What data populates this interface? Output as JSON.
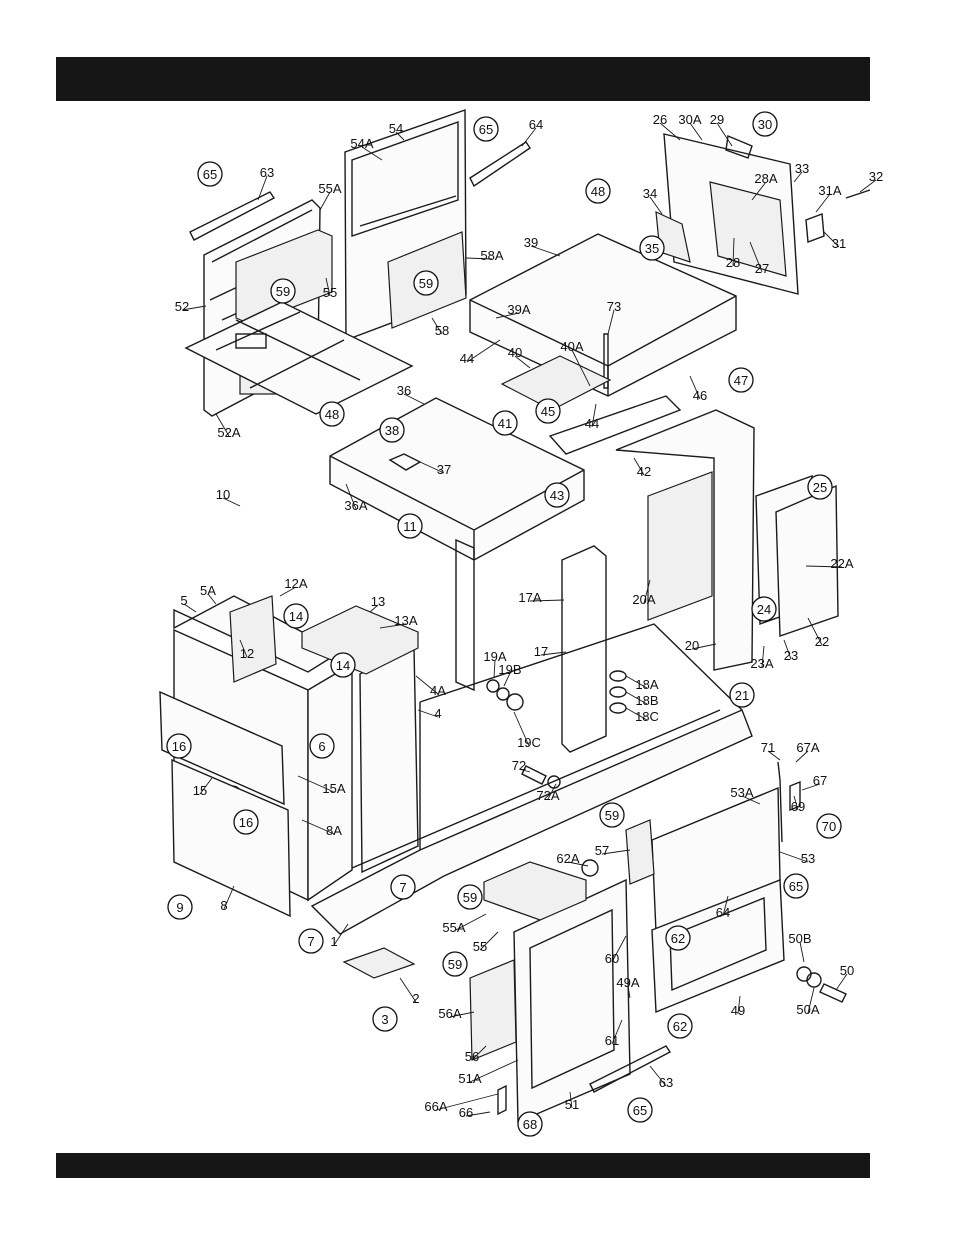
{
  "header_bar": {
    "color": "#161616"
  },
  "footer_bar": {
    "color": "#161616"
  },
  "callouts": [
    {
      "id": "c63",
      "text": "63",
      "circled": false
    },
    {
      "id": "c65a",
      "text": "65",
      "circled": true
    },
    {
      "id": "c54a",
      "text": "54A",
      "circled": false
    },
    {
      "id": "c54",
      "text": "54",
      "circled": false
    },
    {
      "id": "c65b",
      "text": "65",
      "circled": true
    },
    {
      "id": "c64a",
      "text": "64",
      "circled": false
    },
    {
      "id": "c55A",
      "text": "55A",
      "circled": false
    },
    {
      "id": "c59a",
      "text": "59",
      "circled": true
    },
    {
      "id": "c55",
      "text": "55",
      "circled": false
    },
    {
      "id": "c52",
      "text": "52",
      "circled": false
    },
    {
      "id": "c52A",
      "text": "52A",
      "circled": false
    },
    {
      "id": "c59b",
      "text": "59",
      "circled": true
    },
    {
      "id": "c58A",
      "text": "58A",
      "circled": false
    },
    {
      "id": "c58",
      "text": "58",
      "circled": false
    },
    {
      "id": "c26",
      "text": "26",
      "circled": false
    },
    {
      "id": "c30A",
      "text": "30A",
      "circled": false
    },
    {
      "id": "c29",
      "text": "29",
      "circled": false
    },
    {
      "id": "c30",
      "text": "30",
      "circled": true
    },
    {
      "id": "c33",
      "text": "33",
      "circled": false
    },
    {
      "id": "c32",
      "text": "32",
      "circled": false
    },
    {
      "id": "c28A",
      "text": "28A",
      "circled": false
    },
    {
      "id": "c31A",
      "text": "31A",
      "circled": false
    },
    {
      "id": "c34",
      "text": "34",
      "circled": false
    },
    {
      "id": "c35",
      "text": "35",
      "circled": true
    },
    {
      "id": "c28",
      "text": "28",
      "circled": false
    },
    {
      "id": "c27",
      "text": "27",
      "circled": false
    },
    {
      "id": "c31",
      "text": "31",
      "circled": false
    },
    {
      "id": "c48a",
      "text": "48",
      "circled": true
    },
    {
      "id": "c39",
      "text": "39",
      "circled": false
    },
    {
      "id": "c39A",
      "text": "39A",
      "circled": false
    },
    {
      "id": "c73",
      "text": "73",
      "circled": false
    },
    {
      "id": "c44a",
      "text": "44",
      "circled": false
    },
    {
      "id": "c40",
      "text": "40",
      "circled": false
    },
    {
      "id": "c40A",
      "text": "40A",
      "circled": false
    },
    {
      "id": "c47",
      "text": "47",
      "circled": true
    },
    {
      "id": "c46",
      "text": "46",
      "circled": false
    },
    {
      "id": "c45",
      "text": "45",
      "circled": true
    },
    {
      "id": "c44b",
      "text": "44",
      "circled": false
    },
    {
      "id": "c36",
      "text": "36",
      "circled": false
    },
    {
      "id": "c41",
      "text": "41",
      "circled": true
    },
    {
      "id": "c48b",
      "text": "48",
      "circled": true
    },
    {
      "id": "c38",
      "text": "38",
      "circled": true
    },
    {
      "id": "c37",
      "text": "37",
      "circled": false
    },
    {
      "id": "c42",
      "text": "42",
      "circled": false
    },
    {
      "id": "c43",
      "text": "43",
      "circled": true
    },
    {
      "id": "c36A",
      "text": "36A",
      "circled": false
    },
    {
      "id": "c25",
      "text": "25",
      "circled": true
    },
    {
      "id": "c10",
      "text": "10",
      "circled": false
    },
    {
      "id": "c11",
      "text": "11",
      "circled": true
    },
    {
      "id": "c22A",
      "text": "22A",
      "circled": false
    },
    {
      "id": "c20A",
      "text": "20A",
      "circled": false
    },
    {
      "id": "c5A",
      "text": "5A",
      "circled": false
    },
    {
      "id": "c12A",
      "text": "12A",
      "circled": false
    },
    {
      "id": "c5",
      "text": "5",
      "circled": false
    },
    {
      "id": "c14a",
      "text": "14",
      "circled": true
    },
    {
      "id": "c13",
      "text": "13",
      "circled": false
    },
    {
      "id": "c13A",
      "text": "13A",
      "circled": false
    },
    {
      "id": "c17A",
      "text": "17A",
      "circled": false
    },
    {
      "id": "c24",
      "text": "24",
      "circled": true
    },
    {
      "id": "c22",
      "text": "22",
      "circled": false
    },
    {
      "id": "c12",
      "text": "12",
      "circled": false
    },
    {
      "id": "c14b",
      "text": "14",
      "circled": true
    },
    {
      "id": "c20",
      "text": "20",
      "circled": false
    },
    {
      "id": "c23A",
      "text": "23A",
      "circled": false
    },
    {
      "id": "c23",
      "text": "23",
      "circled": false
    },
    {
      "id": "c17",
      "text": "17",
      "circled": false
    },
    {
      "id": "c19A",
      "text": "19A",
      "circled": false
    },
    {
      "id": "c19B",
      "text": "19B",
      "circled": false
    },
    {
      "id": "c4A",
      "text": "4A",
      "circled": false
    },
    {
      "id": "c18A",
      "text": "18A",
      "circled": false
    },
    {
      "id": "c18B",
      "text": "18B",
      "circled": false
    },
    {
      "id": "c18C",
      "text": "18C",
      "circled": false
    },
    {
      "id": "c21",
      "text": "21",
      "circled": true
    },
    {
      "id": "c4",
      "text": "4",
      "circled": false
    },
    {
      "id": "c19C",
      "text": "19C",
      "circled": false
    },
    {
      "id": "c16a",
      "text": "16",
      "circled": true
    },
    {
      "id": "c6",
      "text": "6",
      "circled": true
    },
    {
      "id": "c71",
      "text": "71",
      "circled": false
    },
    {
      "id": "c67A",
      "text": "67A",
      "circled": false
    },
    {
      "id": "c72",
      "text": "72",
      "circled": false
    },
    {
      "id": "c67",
      "text": "67",
      "circled": false
    },
    {
      "id": "c15A",
      "text": "15A",
      "circled": false
    },
    {
      "id": "c72A",
      "text": "72A",
      "circled": false
    },
    {
      "id": "c15",
      "text": "15",
      "circled": false
    },
    {
      "id": "c53A",
      "text": "53A",
      "circled": false
    },
    {
      "id": "c69",
      "text": "69",
      "circled": false
    },
    {
      "id": "c70",
      "text": "70",
      "circled": true
    },
    {
      "id": "c16b",
      "text": "16",
      "circled": true
    },
    {
      "id": "c8A",
      "text": "8A",
      "circled": false
    },
    {
      "id": "c59c",
      "text": "59",
      "circled": true
    },
    {
      "id": "c57",
      "text": "57",
      "circled": false
    },
    {
      "id": "c53",
      "text": "53",
      "circled": false
    },
    {
      "id": "c62A",
      "text": "62A",
      "circled": false
    },
    {
      "id": "c7a",
      "text": "7",
      "circled": true
    },
    {
      "id": "c65c",
      "text": "65",
      "circled": true
    },
    {
      "id": "c59d",
      "text": "59",
      "circled": true
    },
    {
      "id": "c9",
      "text": "9",
      "circled": true
    },
    {
      "id": "c8",
      "text": "8",
      "circled": false
    },
    {
      "id": "c64b",
      "text": "64",
      "circled": false
    },
    {
      "id": "c55Ab",
      "text": "55A",
      "circled": false
    },
    {
      "id": "c7b",
      "text": "7",
      "circled": true
    },
    {
      "id": "c1",
      "text": "1",
      "circled": false
    },
    {
      "id": "c55b",
      "text": "55",
      "circled": false
    },
    {
      "id": "c62a",
      "text": "62",
      "circled": true
    },
    {
      "id": "c50B",
      "text": "50B",
      "circled": false
    },
    {
      "id": "c59e",
      "text": "59",
      "circled": true
    },
    {
      "id": "c60",
      "text": "60",
      "circled": false
    },
    {
      "id": "c50",
      "text": "50",
      "circled": false
    },
    {
      "id": "c2",
      "text": "2",
      "circled": false
    },
    {
      "id": "c49A",
      "text": "49A",
      "circled": false
    },
    {
      "id": "c3",
      "text": "3",
      "circled": true
    },
    {
      "id": "c56A",
      "text": "56A",
      "circled": false
    },
    {
      "id": "c49",
      "text": "49",
      "circled": false
    },
    {
      "id": "c50A",
      "text": "50A",
      "circled": false
    },
    {
      "id": "c62b",
      "text": "62",
      "circled": true
    },
    {
      "id": "c61",
      "text": "61",
      "circled": false
    },
    {
      "id": "c56",
      "text": "56",
      "circled": false
    },
    {
      "id": "c51A",
      "text": "51A",
      "circled": false
    },
    {
      "id": "c63b",
      "text": "63",
      "circled": false
    },
    {
      "id": "c66A",
      "text": "66A",
      "circled": false
    },
    {
      "id": "c66",
      "text": "66",
      "circled": false
    },
    {
      "id": "c51",
      "text": "51",
      "circled": false
    },
    {
      "id": "c65d",
      "text": "65",
      "circled": true
    },
    {
      "id": "c68",
      "text": "68",
      "circled": true
    }
  ]
}
